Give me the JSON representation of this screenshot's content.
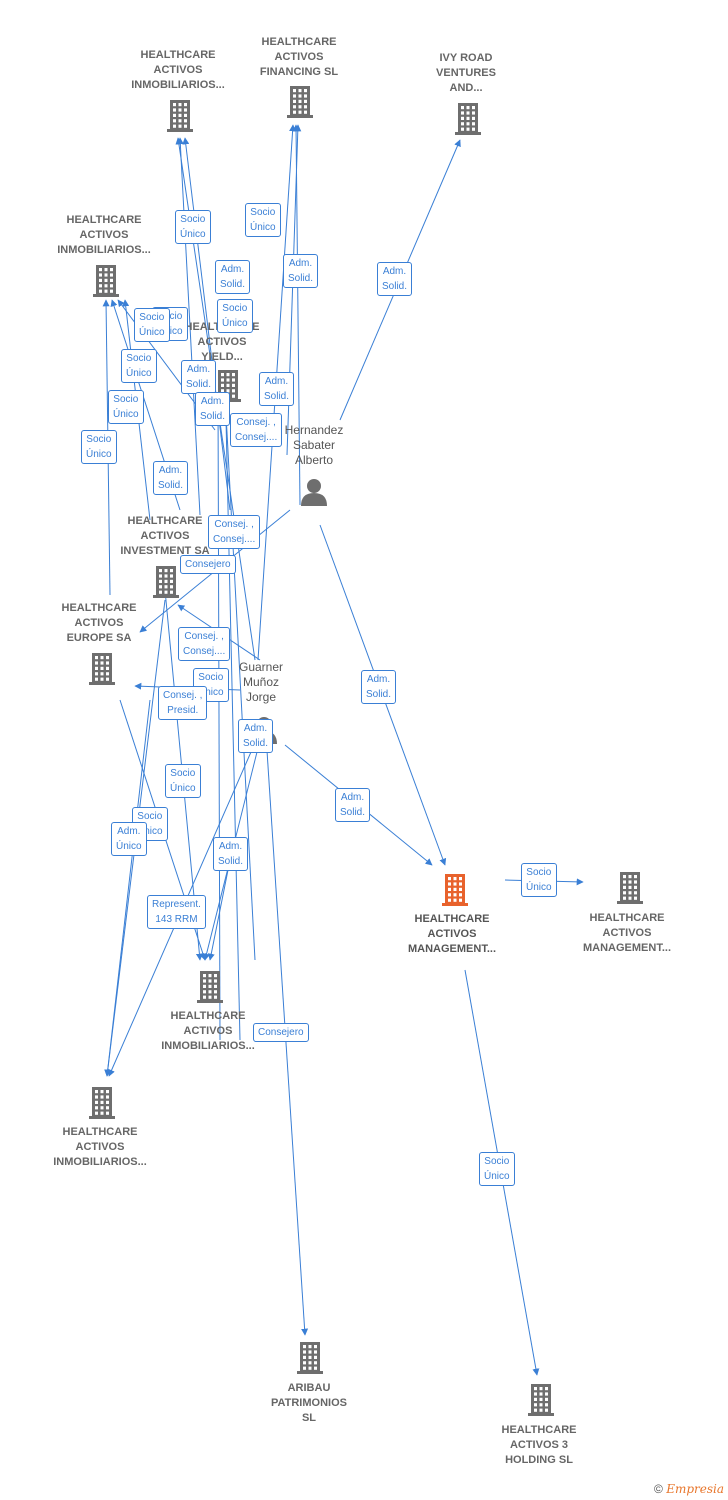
{
  "nodes": {
    "hc_inmob_top": {
      "label": "HEALTHCARE\nACTIVOS\nINMOBILIARIOS..."
    },
    "hc_financing": {
      "label": "HEALTHCARE\nACTIVOS\nFINANCING  SL"
    },
    "ivy_road": {
      "label": "IVY ROAD\nVENTURES\nAND..."
    },
    "hc_inmob_left": {
      "label": "HEALTHCARE\nACTIVOS\nINMOBILIARIOS..."
    },
    "hc_yield": {
      "label": "HEALTHCARE\nACTIVOS\nYIELD..."
    },
    "hc_investment": {
      "label": "HEALTHCARE\nACTIVOS\nINVESTMENT SA"
    },
    "hc_europe": {
      "label": "HEALTHCARE\nACTIVOS\nEUROPE SA"
    },
    "hc_management_main": {
      "label": "HEALTHCARE\nACTIVOS\nMANAGEMENT..."
    },
    "hc_management_right": {
      "label": "HEALTHCARE\nACTIVOS\nMANAGEMENT..."
    },
    "hc_inmob_mid": {
      "label": "HEALTHCARE\nACTIVOS\nINMOBILIARIOS..."
    },
    "hc_inmob_bottom": {
      "label": "HEALTHCARE\nACTIVOS\nINMOBILIARIOS..."
    },
    "aribau": {
      "label": "ARIBAU\nPATRIMONIOS\nSL"
    },
    "hc_3_holding": {
      "label": "HEALTHCARE\nACTIVOS 3\nHOLDING  SL"
    }
  },
  "persons": {
    "hernandez": {
      "label": "Hernandez\nSabater\nAlberto"
    },
    "guarner": {
      "label": "Guarner\nMuñoz\nJorge"
    }
  },
  "relations": [
    {
      "id": "r1",
      "text": "Socio\nÚnico"
    },
    {
      "id": "r2",
      "text": "Socio\nÚnico"
    },
    {
      "id": "r3",
      "text": "Adm.\nSolid."
    },
    {
      "id": "r4",
      "text": "Adm.\nSolid."
    },
    {
      "id": "r5",
      "text": "Adm.\nSolid."
    },
    {
      "id": "r6",
      "text": "Socio\nÚnico"
    },
    {
      "id": "r7",
      "text": "Socio\nÚnico"
    },
    {
      "id": "r8",
      "text": "Socio\nÚnico"
    },
    {
      "id": "r9",
      "text": "Adm.\nSolid."
    },
    {
      "id": "r10",
      "text": "Adm.\nSolid."
    },
    {
      "id": "r11",
      "text": "Socio\nÚnico"
    },
    {
      "id": "r12",
      "text": "Adm.\nSolid."
    },
    {
      "id": "r13",
      "text": "Consej. ,\nConsej...."
    },
    {
      "id": "r14",
      "text": "Socio\nÚnico"
    },
    {
      "id": "r15",
      "text": "Socio\nÚnico"
    },
    {
      "id": "r16",
      "text": "Adm.\nSolid."
    },
    {
      "id": "r17",
      "text": "Consej. ,\nConsej...."
    },
    {
      "id": "r18",
      "text": "Consejero"
    },
    {
      "id": "r19",
      "text": "Consej. ,\nConsej...."
    },
    {
      "id": "r20",
      "text": "Socio\nÚnico"
    },
    {
      "id": "r21",
      "text": "Consej. ,\nPresid."
    },
    {
      "id": "r22",
      "text": "Adm.\nSolid."
    },
    {
      "id": "r23",
      "text": "Adm.\nSolid."
    },
    {
      "id": "r24",
      "text": "Socio\nÚnico"
    },
    {
      "id": "r25",
      "text": "Socio\nÚnico"
    },
    {
      "id": "r26",
      "text": "Adm.\nÚnico"
    },
    {
      "id": "r27",
      "text": "Adm.\nSolid."
    },
    {
      "id": "r28",
      "text": "Adm.\nSolid."
    },
    {
      "id": "r29",
      "text": "Represent.\n143 RRM"
    },
    {
      "id": "r30",
      "text": "Socio\nÚnico"
    },
    {
      "id": "r31",
      "text": "Consejero"
    },
    {
      "id": "r32",
      "text": "Socio\nÚnico"
    }
  ],
  "colors": {
    "edge": "#3a7fd5",
    "building": "#6e6e6e",
    "highlight": "#e8622c",
    "person": "#6e6e6e"
  },
  "footer": {
    "copyright": "©",
    "brand": "Empresia"
  }
}
